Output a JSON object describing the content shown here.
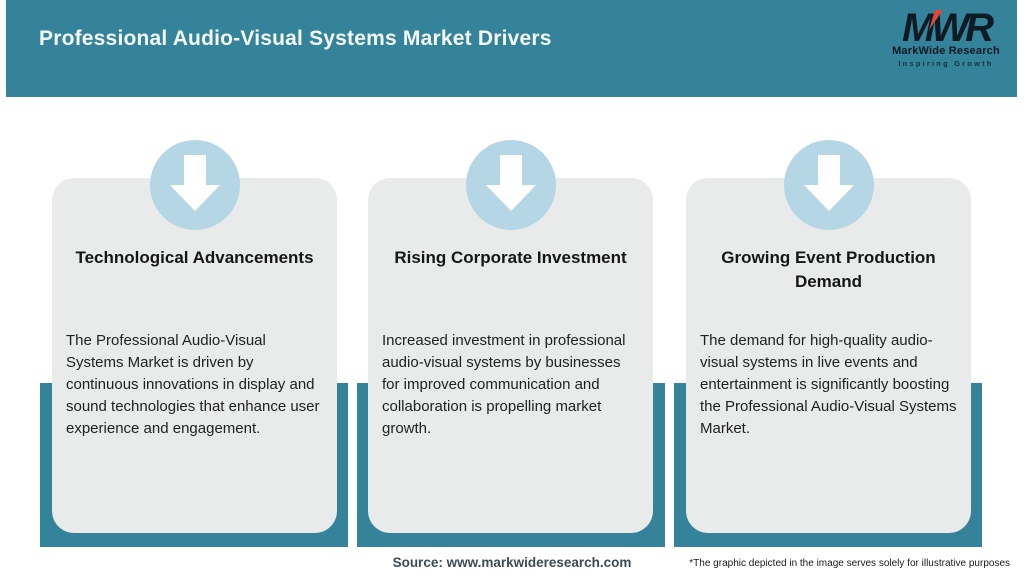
{
  "header": {
    "title": "Professional Audio-Visual Systems Market Drivers",
    "logo": {
      "acronym": "MWR",
      "name": "MarkWide Research",
      "tagline": "Inspiring Growth"
    }
  },
  "cards": [
    {
      "title": "Technological Advancements",
      "body": "The Professional Audio-Visual Systems Market is driven by continuous innovations in display and sound technologies that enhance user experience and engagement."
    },
    {
      "title": "Rising Corporate Investment",
      "body": "Increased investment in professional audio-visual systems by businesses for improved communication and collaboration is propelling market growth."
    },
    {
      "title": "Growing Event Production Demand",
      "body": "The demand for high-quality audio-visual systems in live events and entertainment is significantly boosting the Professional Audio-Visual Systems Market."
    }
  ],
  "footer": {
    "source": "Source: www.markwideresearch.com",
    "disclaimer": "*The graphic depicted in the image serves solely for illustrative purposes"
  },
  "colors": {
    "header_teal": "#35829B",
    "card_backing_teal": "#35829B",
    "arrow_circle_blue": "#B5D7E5",
    "card_gray": "#E9EBEB",
    "logo_accent_red": "#E0473C",
    "title_text": "#F4FAFB",
    "body_text": "#212121",
    "source_text": "#3D4B55"
  },
  "icons": {
    "down_arrow": "down-arrow-icon"
  }
}
